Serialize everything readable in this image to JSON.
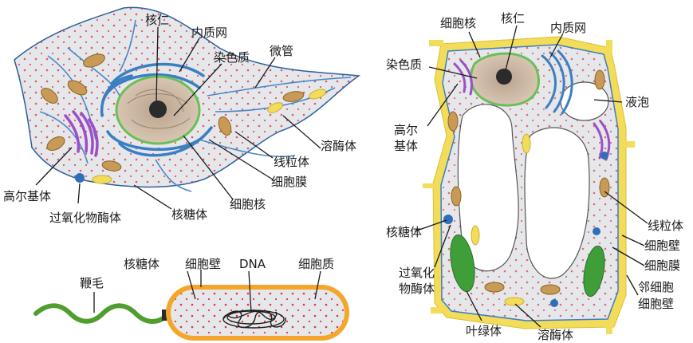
{
  "animal_cell": {
    "labels": {
      "nucleolus": "核仁",
      "er": "内质网",
      "chromatin": "染色质",
      "microtubule": "微管",
      "lysosome": "溶酶体",
      "mitochondrion": "线粒体",
      "membrane": "细胞膜",
      "nucleus": "细胞核",
      "ribosome": "核糖体",
      "golgi": "高尔基体",
      "peroxisome": "过氧化物酶体"
    }
  },
  "plant_cell": {
    "labels": {
      "nucleus": "细胞核",
      "nucleolus": "核仁",
      "er": "内质网",
      "chromatin": "染色质",
      "vacuole": "液泡",
      "golgi_1": "高尔",
      "golgi_2": "基体",
      "ribosome": "核糖体",
      "peroxisome_1": "过氧化",
      "peroxisome_2": "物酶体",
      "chloroplast": "叶绿体",
      "lysosome": "溶酶体",
      "mitochondrion": "线粒体",
      "wall": "细胞壁",
      "membrane": "细胞膜",
      "neighbor_wall_1": "邻细胞",
      "neighbor_wall_2": "细胞壁"
    }
  },
  "bacterium": {
    "labels": {
      "flagellum": "鞭毛",
      "ribosome": "核糖体",
      "wall": "细胞壁",
      "dna": "DNA",
      "cytoplasm": "细胞质"
    }
  },
  "colors": {
    "cytoplasm": "#e8e9ec",
    "membrane_blue": "#3a7fc4",
    "nucleus_fill": "#c9b6a2",
    "nucleus_rim": "#6bbf59",
    "golgi": "#9b4fc9",
    "mito": "#c99a55",
    "wall_yellow": "#f2dc5a",
    "chloroplast": "#3f9e3a",
    "ribosome": "#d83a3a",
    "bacteria_wall": "#f4a62a"
  }
}
